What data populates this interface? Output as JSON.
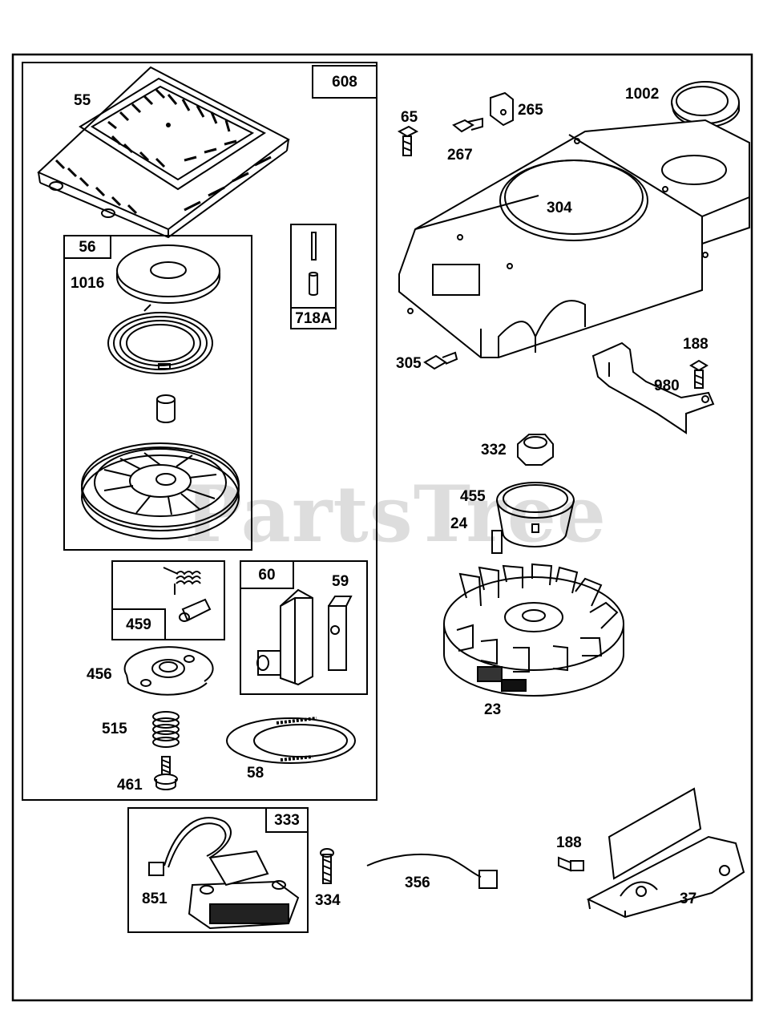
{
  "watermark": "PartsTree",
  "labels": {
    "p55": "55",
    "p608": "608",
    "p56": "56",
    "p1016": "1016",
    "p718A": "718A",
    "p459": "459",
    "p60": "60",
    "p59": "59",
    "p456": "456",
    "p515": "515",
    "p461": "461",
    "p58": "58",
    "p333": "333",
    "p851": "851",
    "p334": "334",
    "p356": "356",
    "p188a": "188",
    "p37": "37",
    "p65": "65",
    "p267": "267",
    "p265": "265",
    "p1002": "1002",
    "p304": "304",
    "p305": "305",
    "p188b": "188",
    "p980": "980",
    "p332": "332",
    "p455": "455",
    "p24": "24",
    "p23": "23"
  }
}
